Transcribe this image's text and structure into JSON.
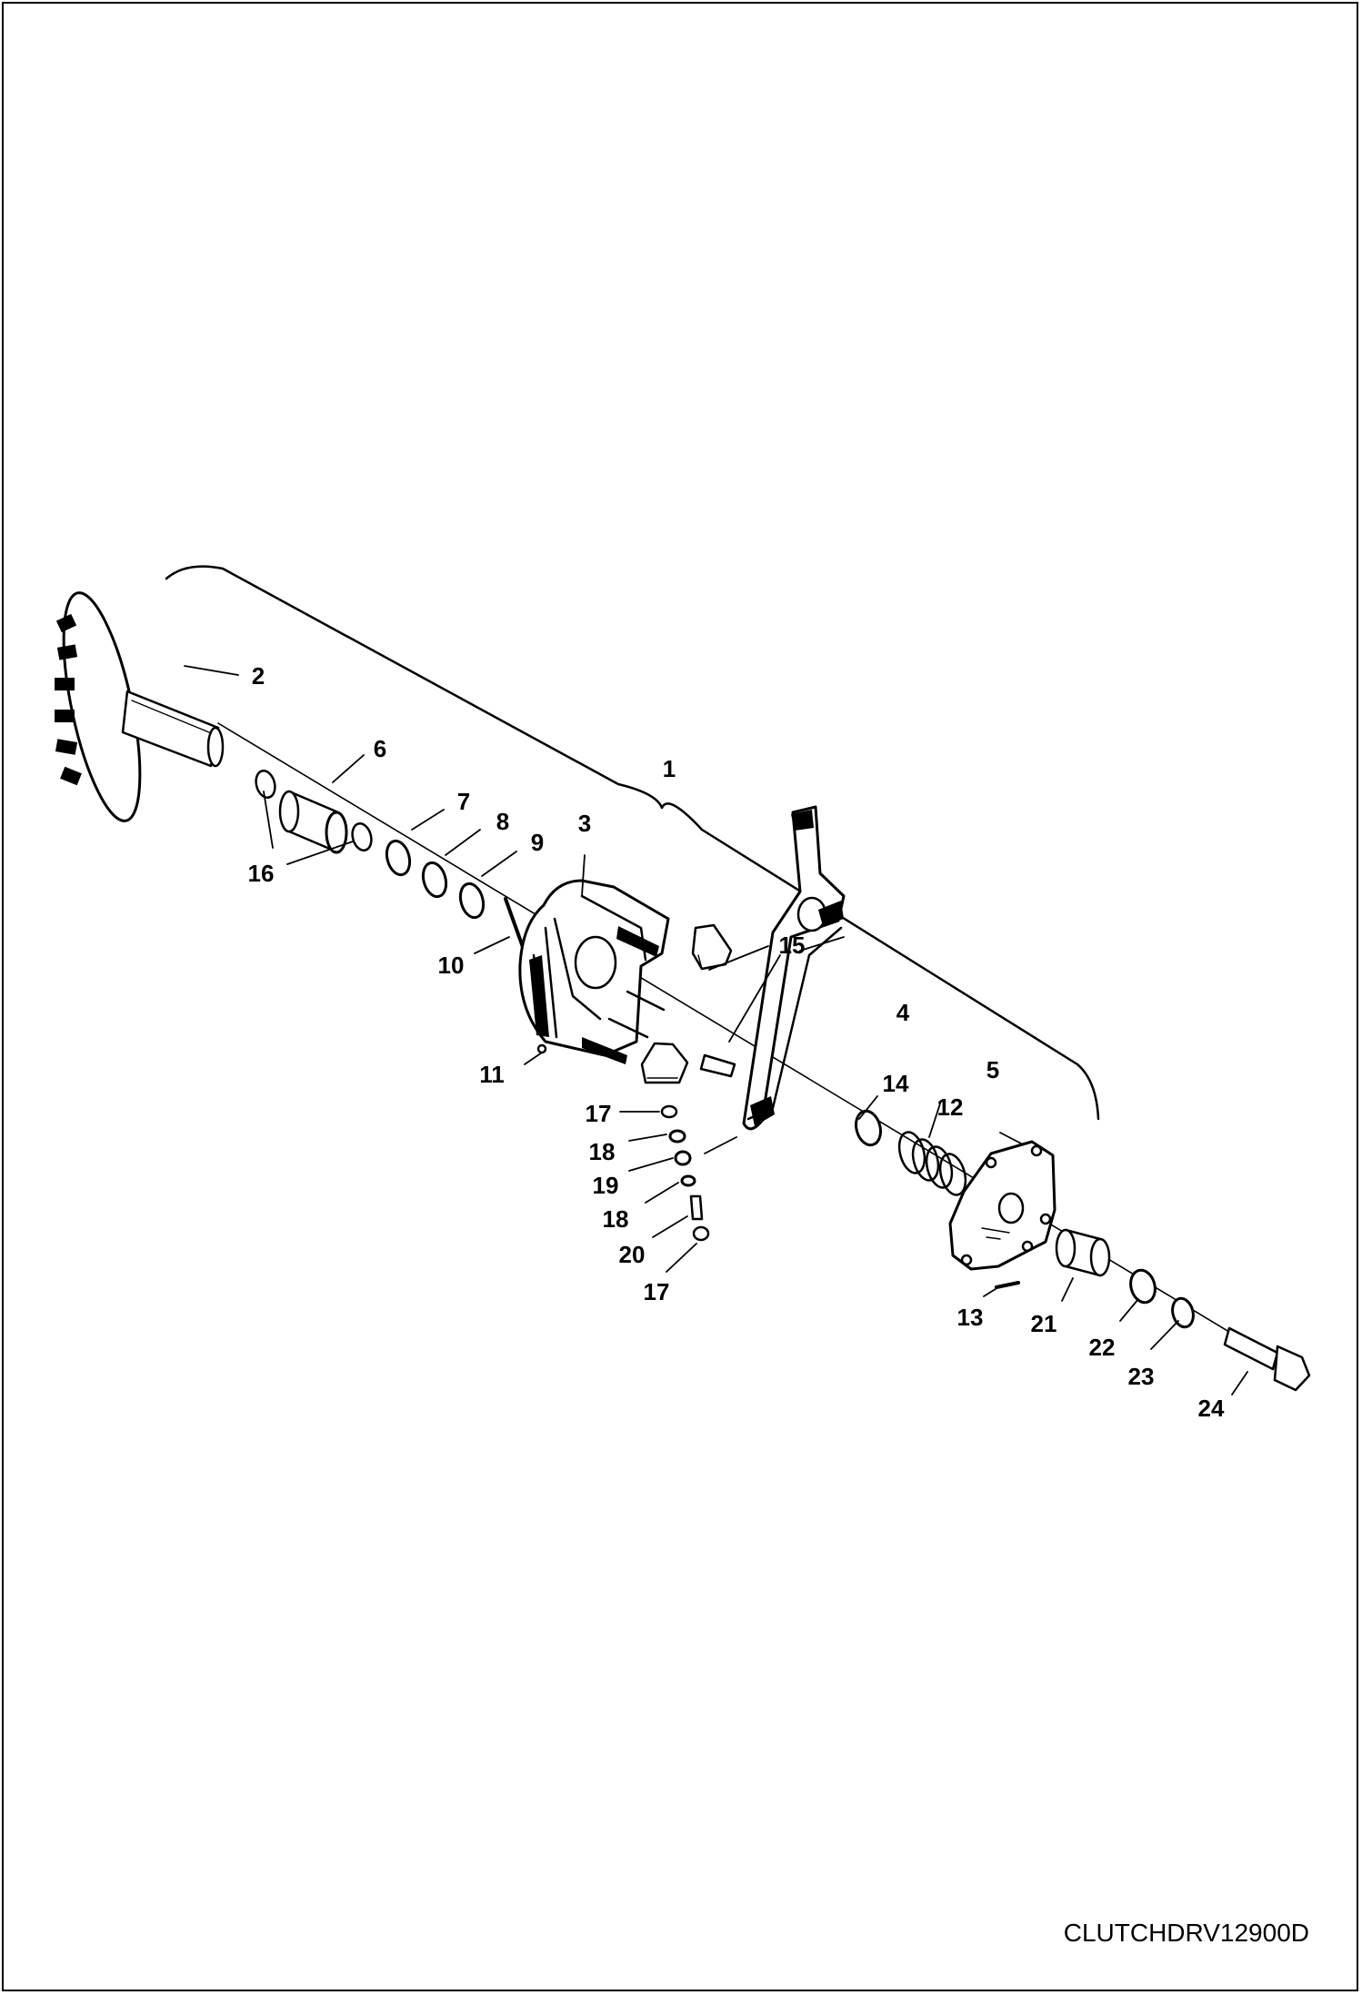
{
  "diagram": {
    "drawing_code": "CLUTCHDRV12900D",
    "callouts": {
      "c1": "1",
      "c2": "2",
      "c3": "3",
      "c4": "4",
      "c5": "5",
      "c6": "6",
      "c7": "7",
      "c8": "8",
      "c9": "9",
      "c10": "10",
      "c11": "11",
      "c12": "12",
      "c13": "13",
      "c14": "14",
      "c15": "15",
      "c16": "16",
      "c17a": "17",
      "c18a": "18",
      "c19": "19",
      "c18b": "18",
      "c20": "20",
      "c17b": "17",
      "c21": "21",
      "c22": "22",
      "c23": "23",
      "c24": "24"
    }
  }
}
